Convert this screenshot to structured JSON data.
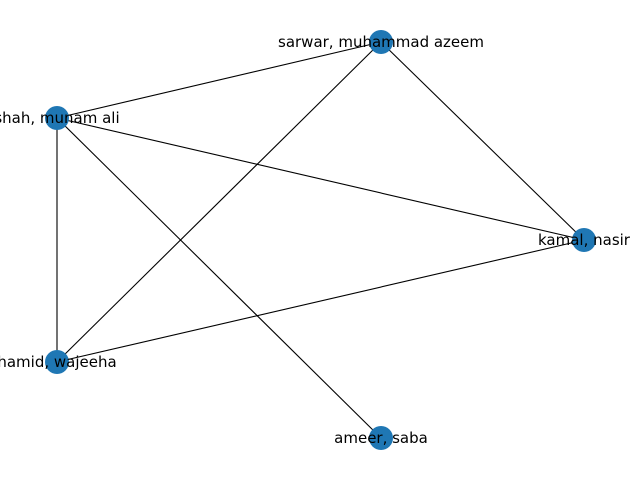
{
  "graph": {
    "node_color": "#1f77b4",
    "edge_color": "#000000",
    "nodes": [
      {
        "id": "shah",
        "label": "shah, munam ali"
      },
      {
        "id": "sarwar",
        "label": "sarwar, muhammad azeem"
      },
      {
        "id": "kamal",
        "label": "kamal, nasir"
      },
      {
        "id": "hamid",
        "label": "hamid, wajeeha"
      },
      {
        "id": "ameer",
        "label": "ameer, saba"
      }
    ],
    "edges": [
      [
        "shah",
        "sarwar"
      ],
      [
        "shah",
        "kamal"
      ],
      [
        "shah",
        "hamid"
      ],
      [
        "shah",
        "ameer"
      ],
      [
        "sarwar",
        "kamal"
      ],
      [
        "sarwar",
        "hamid"
      ],
      [
        "kamal",
        "hamid"
      ]
    ]
  }
}
